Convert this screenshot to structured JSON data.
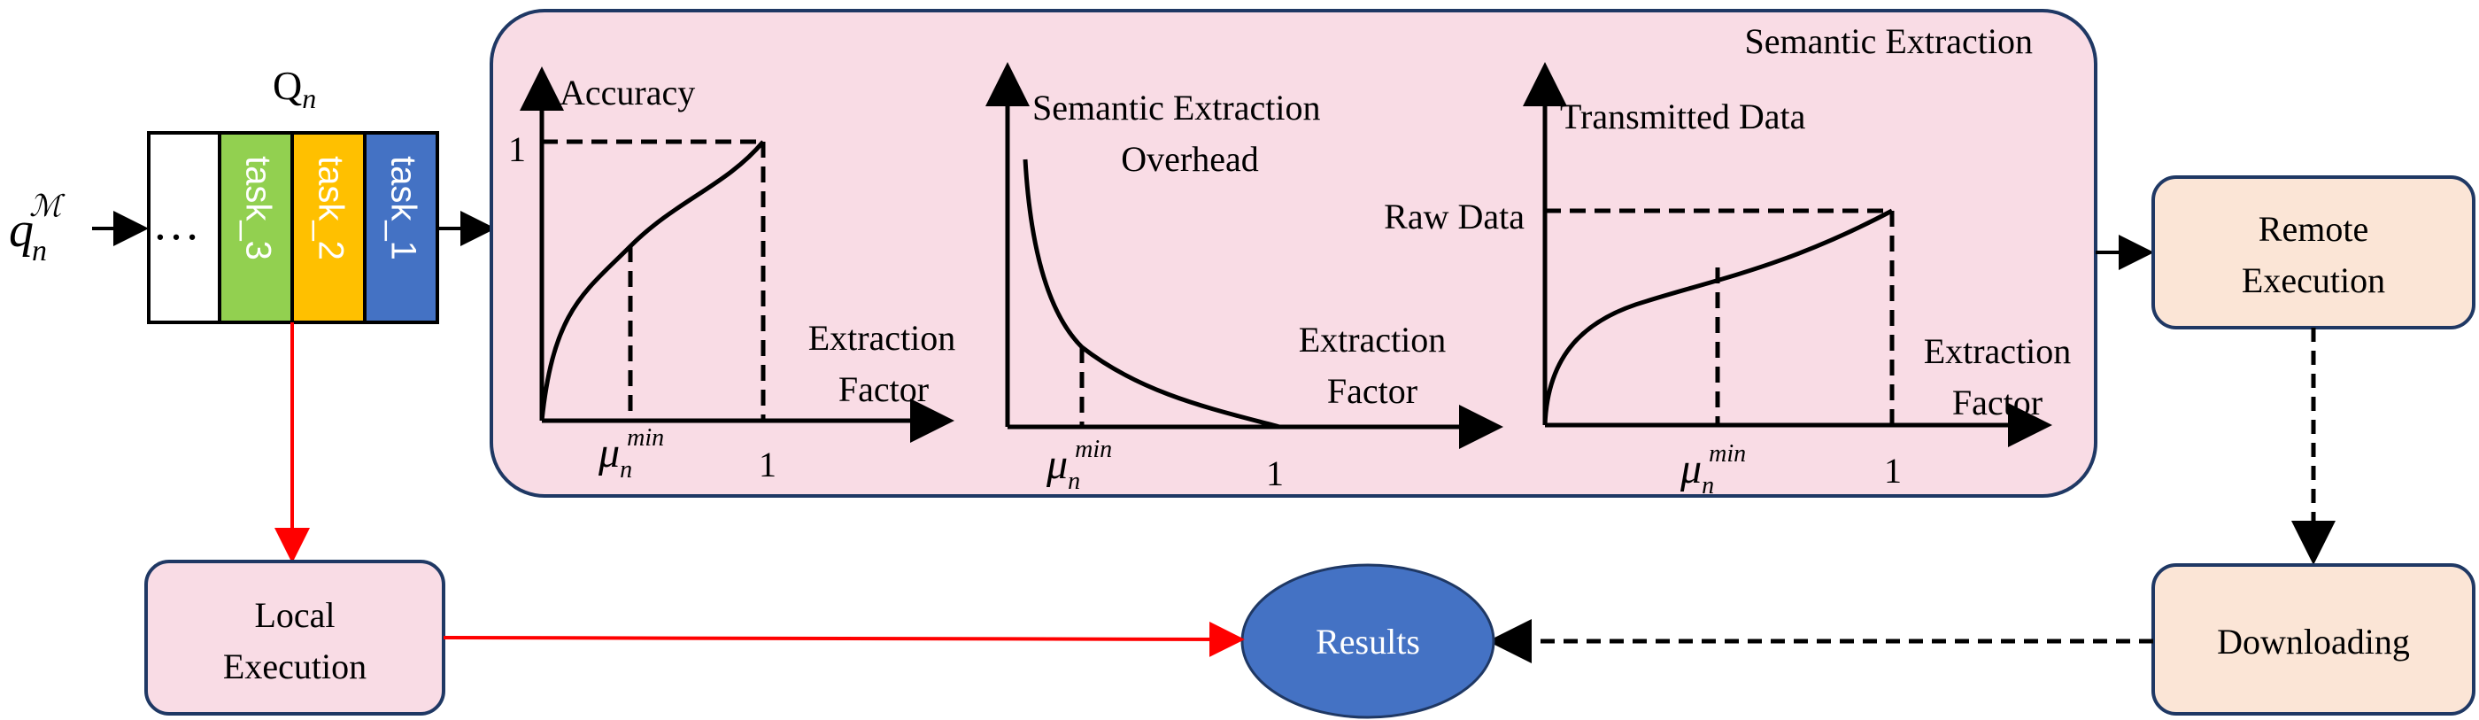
{
  "queue": {
    "label": "Q",
    "label_sub": "n",
    "input_base": "q",
    "input_sub": "n",
    "input_sup": "ℳ",
    "ellipsis": "…",
    "tasks": [
      {
        "label": "task_3",
        "color": "#92d050"
      },
      {
        "label": "task_2",
        "color": "#ffc000"
      },
      {
        "label": "task_1",
        "color": "#4472c4"
      }
    ]
  },
  "semantic_panel": {
    "title": "Semantic Extraction",
    "fill": "#f9dce5",
    "stroke": "#1f3864",
    "charts": [
      {
        "ylabel": [
          "Accuracy"
        ],
        "xlabel": [
          "Extraction",
          "Factor"
        ],
        "ytick": "1",
        "xtick_min_base": "μ",
        "xtick_min_sub": "n",
        "xtick_min_sup": "min",
        "xtick_one": "1"
      },
      {
        "ylabel": [
          "Semantic Extraction",
          "Overhead"
        ],
        "xlabel": [
          "Extraction",
          "Factor"
        ],
        "ytick": "",
        "xtick_min_base": "μ",
        "xtick_min_sub": "n",
        "xtick_min_sup": "min",
        "xtick_one": "1"
      },
      {
        "ylabel": [
          "Transmitted Data"
        ],
        "xlabel": [
          "Extraction",
          "Factor"
        ],
        "ytick": "Raw Data",
        "xtick_min_base": "μ",
        "xtick_min_sub": "n",
        "xtick_min_sup": "min",
        "xtick_one": "1"
      }
    ]
  },
  "remote_execution": {
    "lines": [
      "Remote",
      "Execution"
    ],
    "fill": "#fbe5d6"
  },
  "downloading": {
    "label": "Downloading",
    "fill": "#fbe5d6"
  },
  "local_execution": {
    "lines": [
      "Local",
      "Execution"
    ],
    "fill": "#f9dce5"
  },
  "results": {
    "label": "Results",
    "fill": "#4472c4"
  },
  "colors": {
    "local_path": "#ff0000",
    "border": "#1f3864"
  }
}
